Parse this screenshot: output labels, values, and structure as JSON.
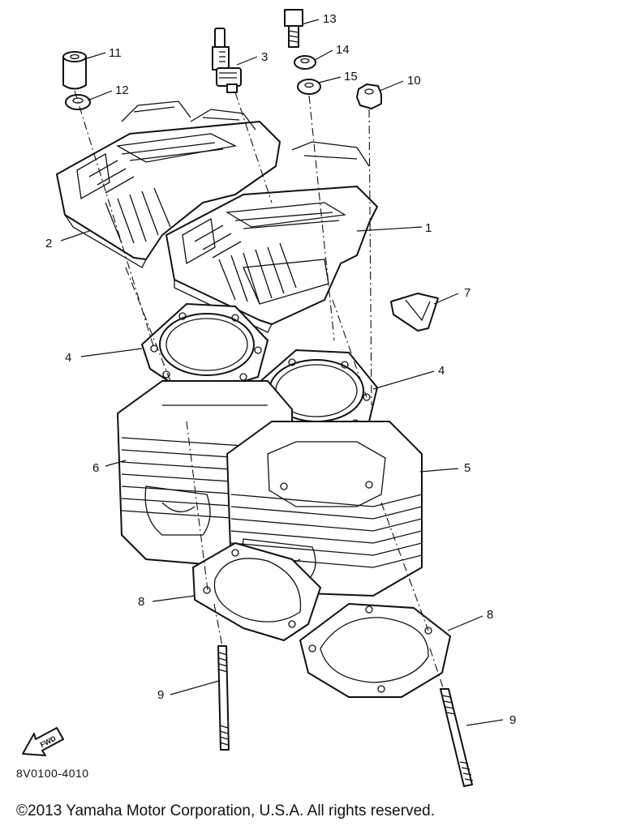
{
  "diagram": {
    "parts": [
      {
        "number": "1",
        "part": "cylinder head 1"
      },
      {
        "number": "2",
        "part": "cylinder head 2"
      },
      {
        "number": "3",
        "part": "spark plug"
      },
      {
        "number": "4",
        "part": "head gasket"
      },
      {
        "number": "5",
        "part": "cylinder 1"
      },
      {
        "number": "6",
        "part": "cylinder 2"
      },
      {
        "number": "7",
        "part": "bracket"
      },
      {
        "number": "8",
        "part": "base gasket"
      },
      {
        "number": "9",
        "part": "stud bolt"
      },
      {
        "number": "10",
        "part": "nut"
      },
      {
        "number": "11",
        "part": "collar"
      },
      {
        "number": "12",
        "part": "washer"
      },
      {
        "number": "13",
        "part": "bolt"
      },
      {
        "number": "14",
        "part": "washer"
      },
      {
        "number": "15",
        "part": "washer"
      }
    ],
    "callouts": {
      "c1": "1",
      "c2": "2",
      "c3": "3",
      "c4a": "4",
      "c4b": "4",
      "c5": "5",
      "c6": "6",
      "c7": "7",
      "c8a": "8",
      "c8b": "8",
      "c9a": "9",
      "c9b": "9",
      "c10": "10",
      "c11": "11",
      "c12": "12",
      "c13": "13",
      "c14": "14",
      "c15": "15"
    },
    "fwd_label": "FWD",
    "code": "8V0100-4010"
  },
  "footer": {
    "copyright": "©2013 Yamaha Motor Corporation, U.S.A. All rights reserved."
  }
}
